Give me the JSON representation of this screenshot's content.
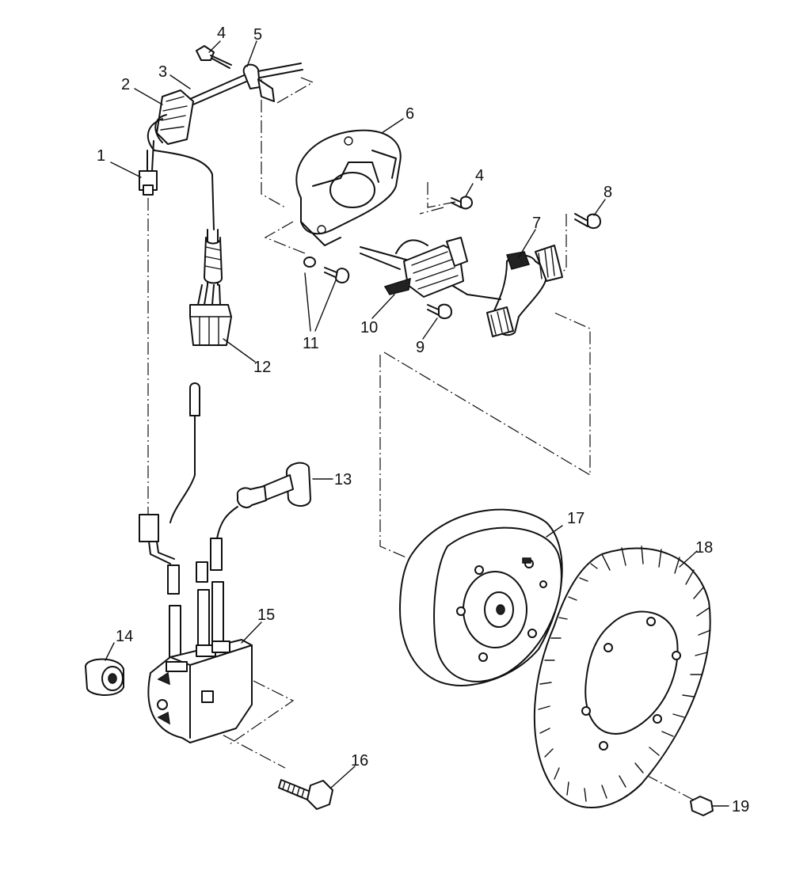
{
  "callouts": [
    {
      "id": "1",
      "text": "1"
    },
    {
      "id": "2",
      "text": "2"
    },
    {
      "id": "3",
      "text": "3"
    },
    {
      "id": "4a",
      "text": "4"
    },
    {
      "id": "5",
      "text": "5"
    },
    {
      "id": "6",
      "text": "6"
    },
    {
      "id": "4b",
      "text": "4"
    },
    {
      "id": "7",
      "text": "7"
    },
    {
      "id": "8",
      "text": "8"
    },
    {
      "id": "9",
      "text": "9"
    },
    {
      "id": "10",
      "text": "10"
    },
    {
      "id": "11",
      "text": "11"
    },
    {
      "id": "12",
      "text": "12"
    },
    {
      "id": "13",
      "text": "13"
    },
    {
      "id": "14",
      "text": "14"
    },
    {
      "id": "15",
      "text": "15"
    },
    {
      "id": "16",
      "text": "16"
    },
    {
      "id": "17",
      "text": "17"
    },
    {
      "id": "18",
      "text": "18"
    },
    {
      "id": "19",
      "text": "19"
    }
  ]
}
